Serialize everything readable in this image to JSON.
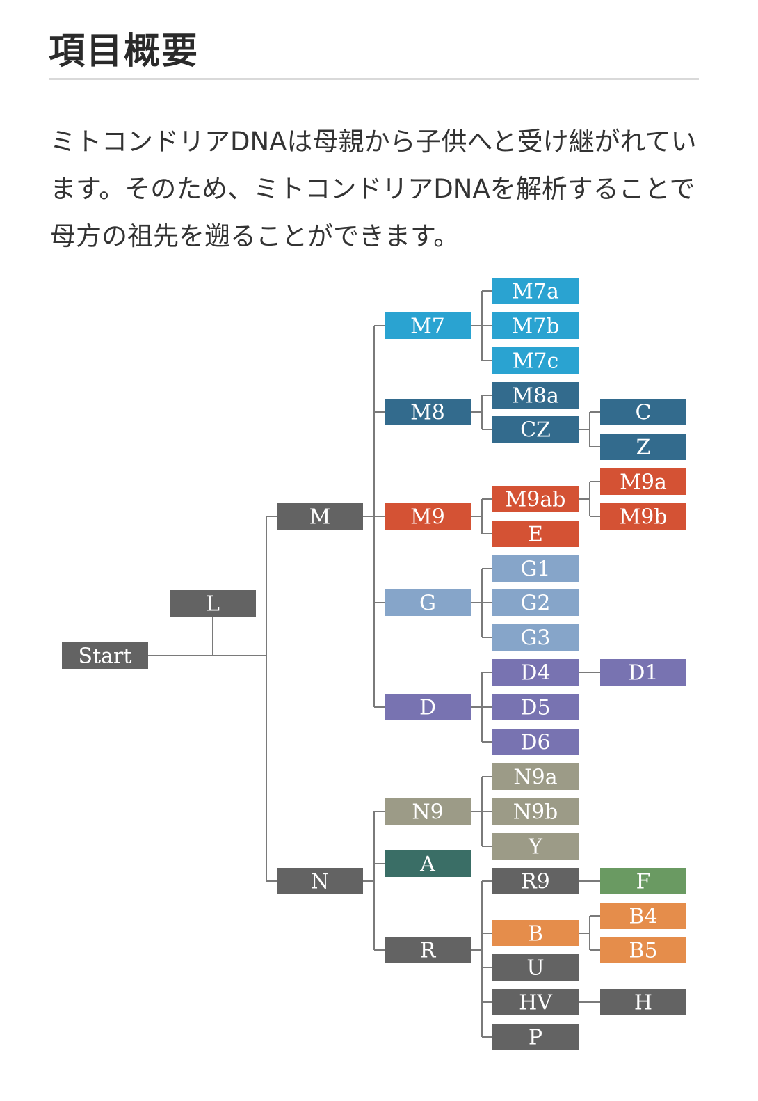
{
  "title": "項目概要",
  "description": "ミトコンドリアDNAは母親から子供へと受け継がれています。そのため、ミトコンドリアDNAを解析することで母方の祖先を遡ることができます。",
  "colors": {
    "gray": "#636363",
    "m7": "#2aa3d1",
    "m8": "#336b8d",
    "m9": "#d45234",
    "g": "#86a5c9",
    "d": "#7873b1",
    "n9": "#9c9b87",
    "a": "#3a6e66",
    "f": "#6a9a62",
    "b": "#e58d4b",
    "edge": "#7a7a7a"
  },
  "tree": {
    "nodes": [
      {
        "id": "start",
        "label": "Start",
        "color": "gray"
      },
      {
        "id": "L",
        "label": "L",
        "color": "gray"
      },
      {
        "id": "M",
        "label": "M",
        "color": "gray"
      },
      {
        "id": "N",
        "label": "N",
        "color": "gray"
      },
      {
        "id": "M7",
        "label": "M7",
        "color": "m7"
      },
      {
        "id": "M8",
        "label": "M8",
        "color": "m8"
      },
      {
        "id": "M9",
        "label": "M9",
        "color": "m9"
      },
      {
        "id": "G",
        "label": "G",
        "color": "g"
      },
      {
        "id": "D",
        "label": "D",
        "color": "d"
      },
      {
        "id": "N9",
        "label": "N9",
        "color": "n9"
      },
      {
        "id": "A",
        "label": "A",
        "color": "a"
      },
      {
        "id": "R",
        "label": "R",
        "color": "gray"
      },
      {
        "id": "M7a",
        "label": "M7a",
        "color": "m7"
      },
      {
        "id": "M7b",
        "label": "M7b",
        "color": "m7"
      },
      {
        "id": "M7c",
        "label": "M7c",
        "color": "m7"
      },
      {
        "id": "M8a",
        "label": "M8a",
        "color": "m8"
      },
      {
        "id": "CZ",
        "label": "CZ",
        "color": "m8"
      },
      {
        "id": "M9ab",
        "label": "M9ab",
        "color": "m9"
      },
      {
        "id": "E",
        "label": "E",
        "color": "m9"
      },
      {
        "id": "G1",
        "label": "G1",
        "color": "g"
      },
      {
        "id": "G2",
        "label": "G2",
        "color": "g"
      },
      {
        "id": "G3",
        "label": "G3",
        "color": "g"
      },
      {
        "id": "D4",
        "label": "D4",
        "color": "d"
      },
      {
        "id": "D5",
        "label": "D5",
        "color": "d"
      },
      {
        "id": "D6",
        "label": "D6",
        "color": "d"
      },
      {
        "id": "N9a",
        "label": "N9a",
        "color": "n9"
      },
      {
        "id": "N9b",
        "label": "N9b",
        "color": "n9"
      },
      {
        "id": "Y",
        "label": "Y",
        "color": "n9"
      },
      {
        "id": "R9",
        "label": "R9",
        "color": "gray"
      },
      {
        "id": "B",
        "label": "B",
        "color": "b"
      },
      {
        "id": "U",
        "label": "U",
        "color": "gray"
      },
      {
        "id": "HV",
        "label": "HV",
        "color": "gray"
      },
      {
        "id": "P",
        "label": "P",
        "color": "gray"
      },
      {
        "id": "C",
        "label": "C",
        "color": "m8"
      },
      {
        "id": "Z",
        "label": "Z",
        "color": "m8"
      },
      {
        "id": "M9a",
        "label": "M9a",
        "color": "m9"
      },
      {
        "id": "M9b",
        "label": "M9b",
        "color": "m9"
      },
      {
        "id": "D1",
        "label": "D1",
        "color": "d"
      },
      {
        "id": "F",
        "label": "F",
        "color": "f"
      },
      {
        "id": "B4",
        "label": "B4",
        "color": "b"
      },
      {
        "id": "B5",
        "label": "B5",
        "color": "b"
      },
      {
        "id": "H",
        "label": "H",
        "color": "gray"
      }
    ],
    "edges": [
      [
        "start",
        "L"
      ],
      [
        "start",
        "M"
      ],
      [
        "start",
        "N"
      ],
      [
        "M",
        "M7"
      ],
      [
        "M",
        "M8"
      ],
      [
        "M",
        "M9"
      ],
      [
        "M",
        "G"
      ],
      [
        "M",
        "D"
      ],
      [
        "N",
        "N9"
      ],
      [
        "N",
        "A"
      ],
      [
        "N",
        "R"
      ],
      [
        "M7",
        "M7a"
      ],
      [
        "M7",
        "M7b"
      ],
      [
        "M7",
        "M7c"
      ],
      [
        "M8",
        "M8a"
      ],
      [
        "M8",
        "CZ"
      ],
      [
        "M9",
        "M9ab"
      ],
      [
        "M9",
        "E"
      ],
      [
        "G",
        "G1"
      ],
      [
        "G",
        "G2"
      ],
      [
        "G",
        "G3"
      ],
      [
        "D",
        "D4"
      ],
      [
        "D",
        "D5"
      ],
      [
        "D",
        "D6"
      ],
      [
        "N9",
        "N9a"
      ],
      [
        "N9",
        "N9b"
      ],
      [
        "N9",
        "Y"
      ],
      [
        "R",
        "R9"
      ],
      [
        "R",
        "B"
      ],
      [
        "R",
        "U"
      ],
      [
        "R",
        "HV"
      ],
      [
        "R",
        "P"
      ],
      [
        "CZ",
        "C"
      ],
      [
        "CZ",
        "Z"
      ],
      [
        "M9ab",
        "M9a"
      ],
      [
        "M9ab",
        "M9b"
      ],
      [
        "D4",
        "D1"
      ],
      [
        "R9",
        "F"
      ],
      [
        "B",
        "B4"
      ],
      [
        "B",
        "B5"
      ],
      [
        "HV",
        "H"
      ]
    ]
  }
}
